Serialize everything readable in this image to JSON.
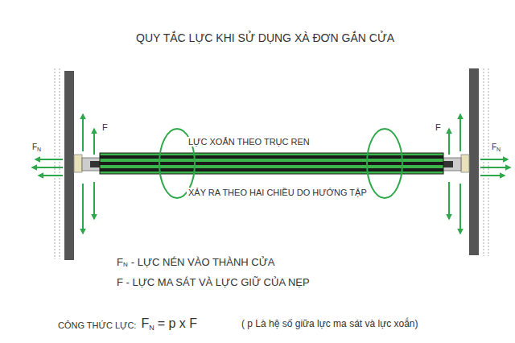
{
  "diagram": {
    "title": "QUY TẮC LỰC KHI SỬ DỤNG XÀ ĐƠN GẮN CỬA",
    "labels": [
      "F",
      "F",
      "N",
      "F",
      "F",
      "N",
      "LỰC XOẮN THEO TRỤC REN",
      "XẢY RA THEO HAI CHIỀU DO HƯỚNG TẬP",
      "F",
      "N",
      "- LỰC NÉN VÀO THÀNH CỬA",
      "F - LỰC MA SÁT VÀ LỰC GIỮ CỦA NẸP",
      "CÔNG THỨC LỰC:",
      "F",
      "N",
      "= p x F",
      "( p Là hệ số giữa lực ma sát và lực xoắn)"
    ]
  }
}
